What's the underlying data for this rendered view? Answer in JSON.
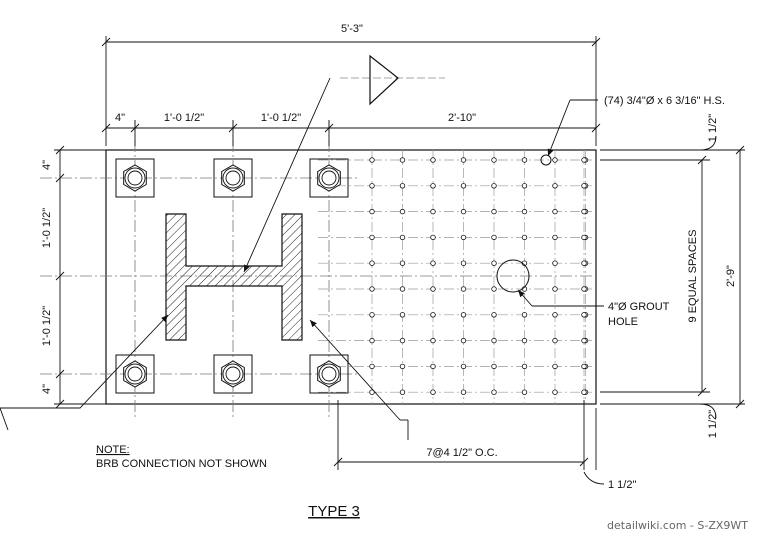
{
  "drawing": {
    "title": "TYPE 3",
    "watermark": "detailwiki.com - S-ZX9WT",
    "note_heading": "NOTE:",
    "note_text": "BRB CONNECTION NOT SHOWN",
    "overall_width": "5'-3\"",
    "dims_top": [
      "4\"",
      "1'-0 1/2\"",
      "1'-0 1/2\"",
      "2'-10\""
    ],
    "dims_left": [
      "4\"",
      "1'-0 1/2\"",
      "1'-0 1/2\"",
      "4\""
    ],
    "hole_callout": "(74) 3/4\"Ø x 6 3/16\" H.S.",
    "grout_hole_line1": "4\"Ø GROUT",
    "grout_hole_line2": "HOLE",
    "equal_spaces": "9 EQUAL SPACES",
    "right_overall": "2'-9\"",
    "right_top_edge": "1 1/2\"",
    "right_bottom_edge": "1 1/2\"",
    "bottom_spacing": "7@4 1/2\" O.C.",
    "bottom_edge": "1 1/2\""
  },
  "colors": {
    "line": "#111111",
    "grid": "#9a9a9a",
    "hatch": "#222222"
  }
}
